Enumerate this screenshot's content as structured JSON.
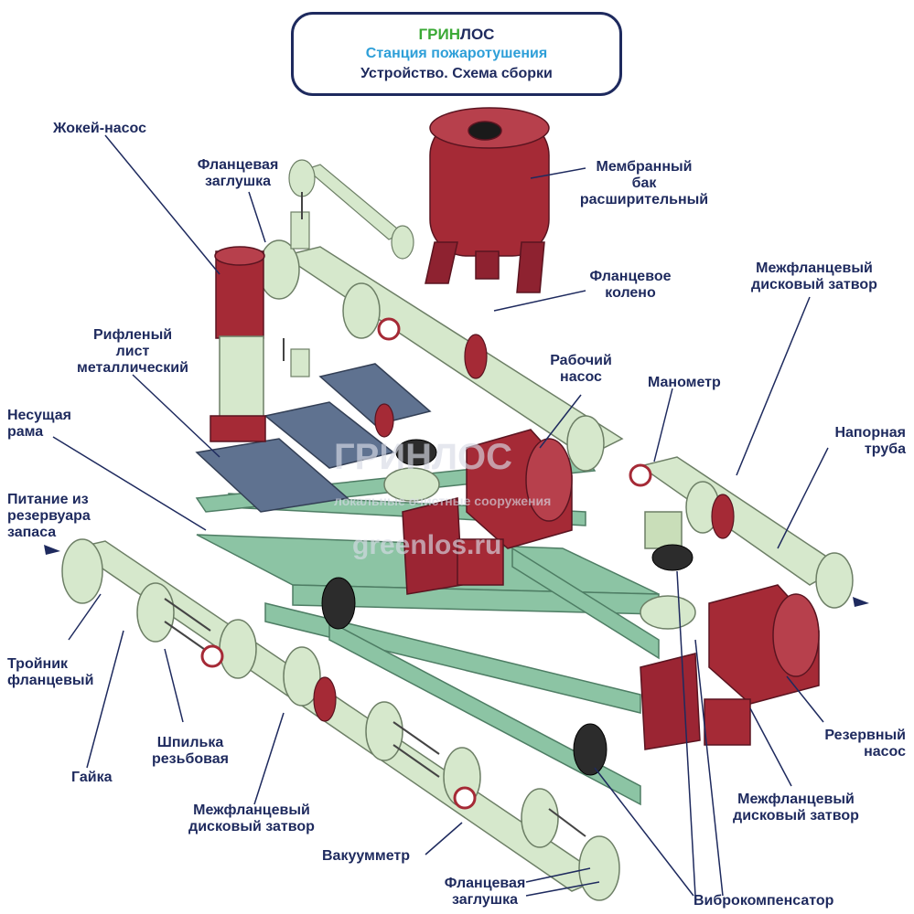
{
  "header": {
    "brand_part1": "ГРИН",
    "brand_part2": "ЛОС",
    "subtitle": "Станция пожаротушения",
    "title": "Устройство. Схема сборки"
  },
  "labels": {
    "jockey_pump": "Жокей-насос",
    "flange_plug_top": "Фланцевая\nзаглушка",
    "membrane_tank": "Мембранный\nбак\nрасширительный",
    "flange_elbow": "Фланцевое\nколено",
    "wafer_valve_top": "Межфланцевый\nдисковый затвор",
    "checker_plate": "Рифленый\nлист\nметаллический",
    "working_pump": "Рабочий\nнасос",
    "manometer": "Манометр",
    "support_frame": "Несущая\nрама",
    "pressure_pipe": "Напорная\nтруба",
    "supply_inlet": "Питание из\nрезервуара\nзапаса",
    "flanged_tee": "Тройник\nфланцевый",
    "threaded_stud": "Шпилька\nрезьбовая",
    "nut": "Гайка",
    "wafer_valve_bottom": "Межфланцевый\nдисковый затвор",
    "reserve_pump": "Резервный\nнасос",
    "wafer_valve_right": "Межфланцевый\nдисковый затвор",
    "vacuum_gauge": "Вакуумметр",
    "flange_plug_bottom": "Фланцевая\nзаглушка",
    "vibration_compensator": "Виброкомпенсатор"
  },
  "watermark": {
    "brand": "ГРИНЛОС",
    "tagline": "локальные очистные сооружения",
    "url": "greenlos.ru"
  },
  "colors": {
    "accent_green": "#3aa935",
    "accent_blue": "#2e9fd8",
    "text_navy": "#1e2a5e",
    "pipe": "#d4e6c9",
    "frame": "#7fb89a",
    "pump_red": "#a52a36",
    "plate": "#5d6f8a"
  }
}
